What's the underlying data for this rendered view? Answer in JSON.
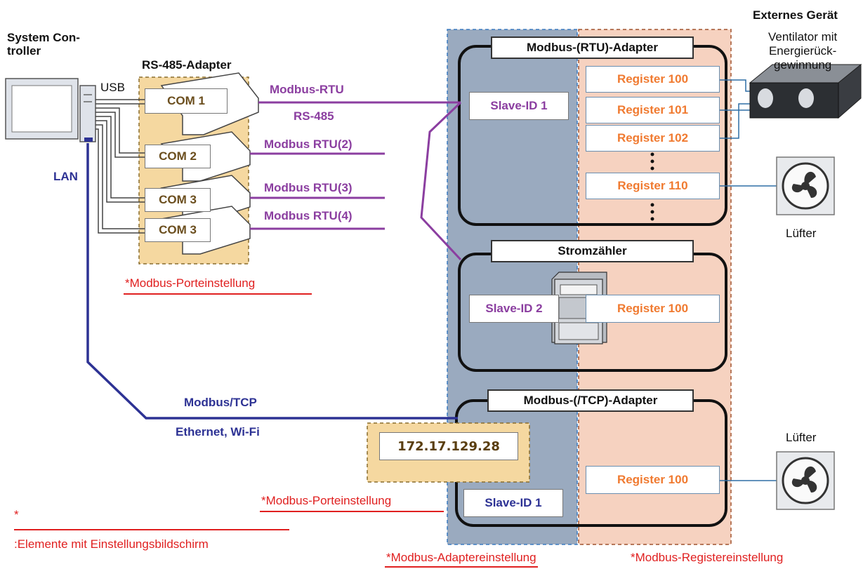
{
  "colors": {
    "purple": "#8b3ea0",
    "navy": "#2d3294",
    "orange": "#f07a30",
    "red": "#e02020",
    "com_text": "#6b4e1e",
    "adapter_band": "#9aaabf",
    "register_band": "#f6d2c0",
    "port_setting_bg": "#f5d8a0"
  },
  "icons": [
    "computer-icon",
    "rs485-adapter-icon",
    "ventilator-unit-icon",
    "fan-icon",
    "electric-meter-icon"
  ],
  "controller": {
    "title": "System Con-\ntroller",
    "usb_label": "USB",
    "lan_label": "LAN"
  },
  "rs485": {
    "title": "RS-485-Adapter",
    "ports": [
      "COM 1",
      "COM 2",
      "COM 3",
      "COM 3"
    ],
    "lines": [
      "Modbus-RTU",
      "Modbus RTU(2)",
      "Modbus RTU(3)",
      "Modbus RTU(4)"
    ],
    "rs485_label": "RS-485"
  },
  "tcp": {
    "line_label": "Modbus/TCP",
    "medium_label": "Ethernet, Wi-Fi",
    "ip": "172.17.129.28"
  },
  "rtu_adapter": {
    "title": "Modbus-(RTU)-Adapter",
    "slave_id": "Slave-ID 1",
    "registers": [
      "Register 100",
      "Register 101",
      "Register 102",
      "Register 110"
    ]
  },
  "meter": {
    "title": "Stromzähler",
    "slave_id": "Slave-ID 2",
    "register": "Register 100"
  },
  "tcp_adapter": {
    "title": "Modbus-(/TCP)-Adapter",
    "slave_id": "Slave-ID 1",
    "register": "Register 100"
  },
  "external": {
    "title": "Externes Gerät",
    "ventilator": "Ventilator mit\nEnergierück-\ngewinnung",
    "fan1": "Lüfter",
    "fan2": "Lüfter"
  },
  "notes": {
    "port_setting_1": "*Modbus-Porteinstellung",
    "port_setting_2": "*Modbus-Porteinstellung",
    "adapter_setting": "*Modbus-Adaptereinstellung",
    "register_setting": "*Modbus-Registereinstellung",
    "legend_star": "*",
    "legend_text": ":Elemente mit Einstellungsbildschirm"
  }
}
